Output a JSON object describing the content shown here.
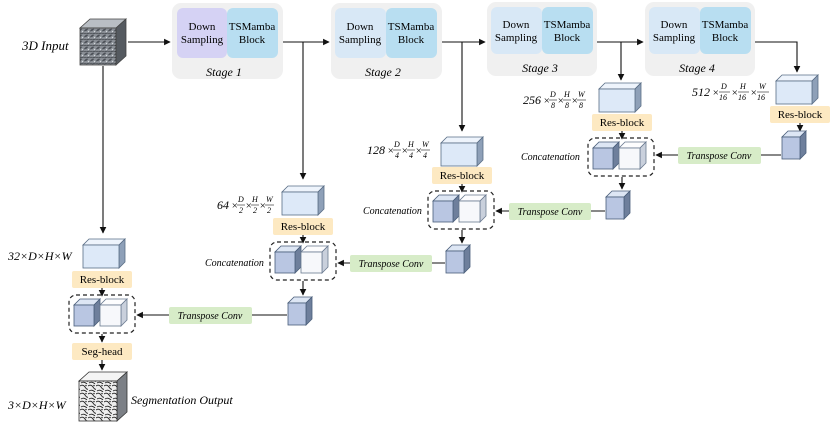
{
  "input_label": "3D Input",
  "output_label": "Segmentation Output",
  "stages": [
    {
      "name": "Stage 1",
      "down_sampling": [
        "Down",
        "Sampling"
      ],
      "block": [
        "TSMamba",
        "Block"
      ]
    },
    {
      "name": "Stage 2",
      "down_sampling": [
        "Down",
        "Sampling"
      ],
      "block": [
        "TSMamba",
        "Block"
      ]
    },
    {
      "name": "Stage 3",
      "down_sampling": [
        "Down",
        "Sampling"
      ],
      "block": [
        "TSMamba",
        "Block"
      ]
    },
    {
      "name": "Stage 4",
      "down_sampling": [
        "Down",
        "Sampling"
      ],
      "block": [
        "TSMamba",
        "Block"
      ]
    }
  ],
  "res_block_label": "Res-block",
  "seg_head_label": "Seg-head",
  "transpose_conv_label": "Transpose Conv",
  "concatenation_label": "Concatenation",
  "dims": {
    "full": {
      "c": "32",
      "rest": "×D×H×W"
    },
    "out": {
      "c": "3",
      "rest": "×D×H×W"
    },
    "s1": {
      "c": "64",
      "d": "2"
    },
    "s2": {
      "c": "128",
      "d": "4"
    },
    "s3": {
      "c": "256",
      "d": "8"
    },
    "s4": {
      "c": "512",
      "d": "16"
    }
  },
  "dim_letters": {
    "d": "D",
    "h": "H",
    "w": "W",
    "times": "×"
  },
  "colors": {
    "stage_bg": "#f0f0f0",
    "down_sampling_stage1": "#d5d2f4",
    "down_sampling": "#d8e8f6",
    "tsmamba": "#b8def1",
    "res_block": "#fde9c2",
    "transpose_conv": "#d7ecc8",
    "cube_front": "#dde9f8",
    "cube_side": "#8ea0b8"
  }
}
